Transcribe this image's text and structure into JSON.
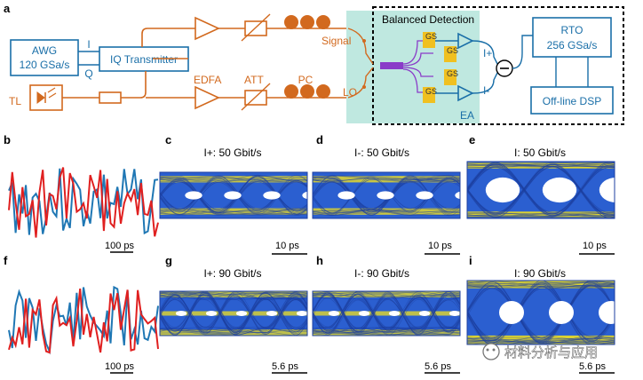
{
  "panels": {
    "a": "a",
    "b": "b",
    "c": "c",
    "d": "d",
    "e": "e",
    "f": "f",
    "g": "g",
    "h": "h",
    "i": "i"
  },
  "setup": {
    "awg": [
      "AWG",
      "120 GSa/s"
    ],
    "iq_transmitter": "IQ Transmitter",
    "i_port": "I",
    "q_port": "Q",
    "tl": "TL",
    "edfa": "EDFA",
    "att": "ATT",
    "pc": "PC",
    "signal": "Signal",
    "lo": "LO",
    "balanced_detection": "Balanced Detection",
    "gs": "GS",
    "i_plus": "I+",
    "i_minus": "I-",
    "ea": "EA",
    "rto": [
      "RTO",
      "256 GSa/s"
    ],
    "offline_dsp": "Off-line DSP"
  },
  "eye_titles": {
    "c": "I+: 50 Gbit/s",
    "d": "I-: 50 Gbit/s",
    "e": "I: 50 Gbit/s",
    "g": "I+: 90 Gbit/s",
    "h": "I-: 90 Gbit/s",
    "i": "I: 90 Gbit/s"
  },
  "scale_bars": {
    "b": "100 ps",
    "c": "10 ps",
    "d": "10 ps",
    "e": "10 ps",
    "f": "100 ps",
    "g": "5.6 ps",
    "h": "5.6 ps",
    "i": "5.6 ps"
  },
  "watermark": "材料分析与应用",
  "colors": {
    "blue": "#1a6fa8",
    "orange": "#d2691e",
    "red": "#e02020",
    "trace_blue": "#1f77b4",
    "eye_bg": "#2b5fd0",
    "eye_hot": "#f0e020",
    "teal": "#bfe8e0"
  }
}
